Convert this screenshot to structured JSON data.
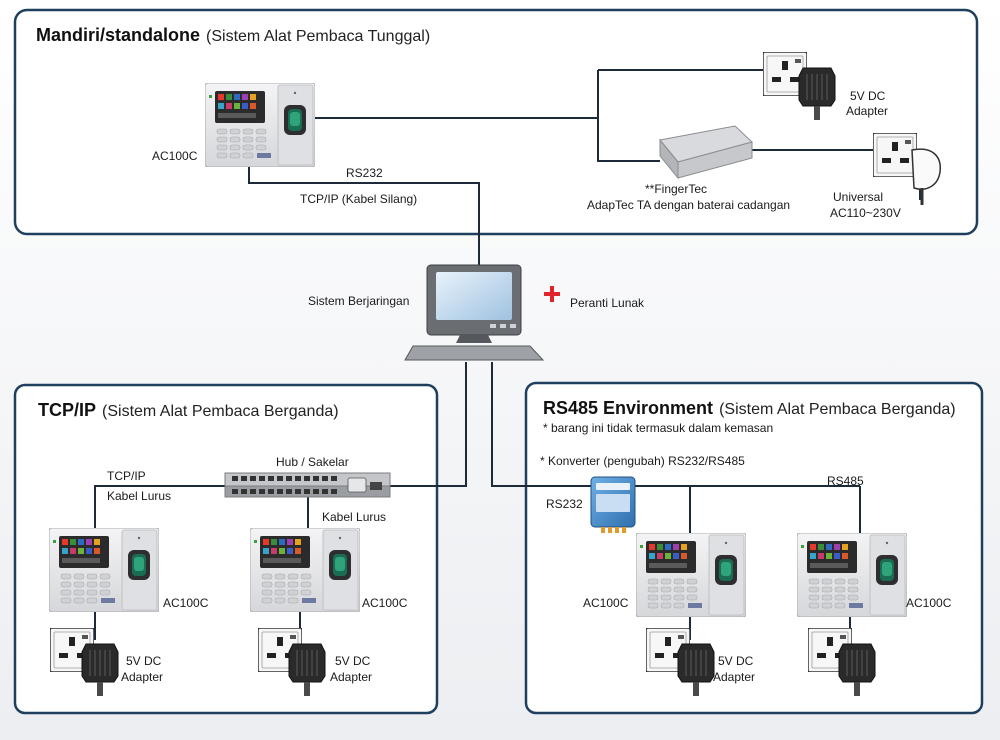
{
  "colors": {
    "panel_border": "#1f3f5f",
    "wire": "#1c2a3a",
    "plus": "#e0242b",
    "device_body": "#e8e8ea",
    "converter_blue": "#3f86c8"
  },
  "standalone": {
    "title": "Mandiri/standalone",
    "subtitle": "(Sistem Alat Pembaca Tunggal)",
    "device_label": "AC100C",
    "rs232_label": "RS232",
    "cable_label": "TCP/IP (Kabel Silang)",
    "adaptec_line1": "**FingerTec",
    "adaptec_line2": "AdapTec TA dengan baterai cadangan",
    "adapter_line1": "5V DC",
    "adapter_line2": "Adapter",
    "universal_line1": "Universal",
    "universal_line2": "AC110~230V"
  },
  "center": {
    "network_label": "Sistem Berjaringan",
    "plus_icon": "plus-icon",
    "software_label": "Peranti Lunak"
  },
  "tcpip": {
    "title": "TCP/IP",
    "subtitle": "(Sistem Alat Pembaca Berganda)",
    "hub_label": "Hub / Sakelar",
    "tcpip_label": "TCP/IP",
    "straight_cable_1": "Kabel Lurus",
    "straight_cable_2": "Kabel Lurus",
    "device_label_1": "AC100C",
    "device_label_2": "AC100C",
    "adapter1_line1": "5V DC",
    "adapter1_line2": "Adapter",
    "adapter2_line1": "5V DC",
    "adapter2_line2": "Adapter"
  },
  "rs485": {
    "title": "RS485 Environment",
    "subtitle": "(Sistem Alat Pembaca Berganda)",
    "note": "* barang ini tidak termasuk dalam kemasan",
    "converter_label": "* Konverter (pengubah) RS232/RS485",
    "rs232_label": "RS232",
    "rs485_label": "RS485",
    "device_label_1": "AC100C",
    "device_label_2": "AC100C",
    "adapter_line1": "5V DC",
    "adapter_line2": "Adapter"
  }
}
